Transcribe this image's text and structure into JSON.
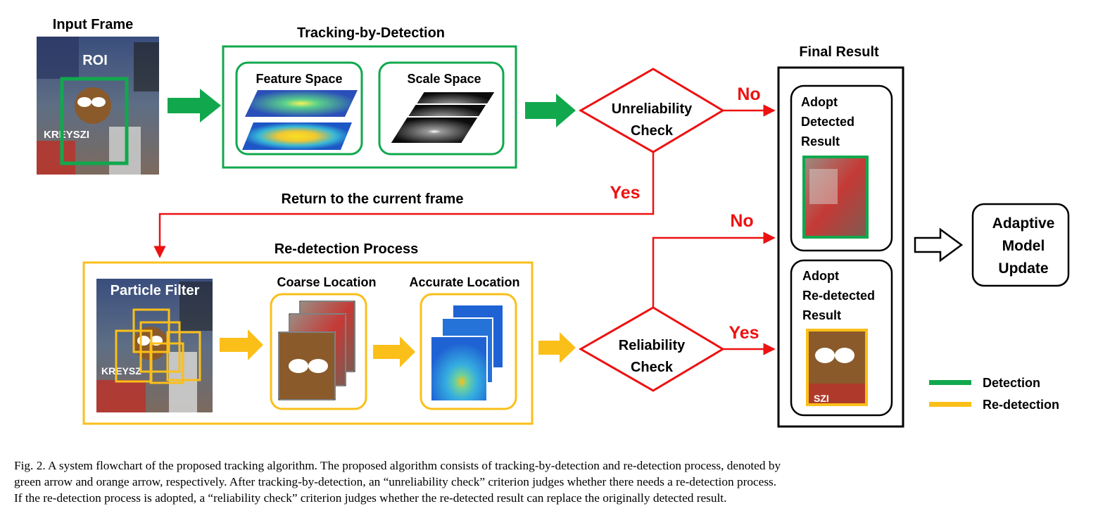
{
  "input": {
    "title": "Input Frame",
    "roi_label": "ROI",
    "photo_text": "KREYSZI"
  },
  "tracking": {
    "title": "Tracking-by-Detection",
    "feature_space": "Feature Space",
    "scale_space": "Scale Space"
  },
  "unreliability_check": {
    "line1": "Unreliability",
    "line2": "Check",
    "no_label": "No",
    "yes_label": "Yes"
  },
  "return_label": "Return to the current frame",
  "redetection": {
    "title": "Re-detection Process",
    "particle_filter": "Particle Filter",
    "coarse_location": "Coarse Location",
    "accurate_location": "Accurate Location",
    "photo_text": "KREYSZ"
  },
  "reliability_check": {
    "line1": "Reliability",
    "line2": "Check",
    "no_label": "No",
    "yes_label": "Yes"
  },
  "final_result": {
    "title": "Final Result",
    "detected": [
      "Adopt",
      "Detected",
      "Result"
    ],
    "redetected": [
      "Adopt",
      "Re-detected",
      "Result"
    ],
    "photo_text": "SZI"
  },
  "adaptive": [
    "Adaptive",
    "Model",
    "Update"
  ],
  "legend": [
    {
      "label": "Detection",
      "color": "#11a84d"
    },
    {
      "label": "Re-detection",
      "color": "#fbbf1a"
    }
  ],
  "colors": {
    "green": "#11a84d",
    "orange": "#fbbf1a",
    "red": "#ee1111"
  },
  "caption": [
    "Fig. 2.   A system flowchart of the proposed tracking algorithm. The proposed algorithm consists of tracking-by-detection and re-detection process, denoted by",
    "green arrow and orange arrow, respectively. After tracking-by-detection, an “unreliability check” criterion judges whether there needs a re-detection process.",
    "If the re-detection process is adopted, a “reliability check” criterion judges whether the re-detected result can replace the originally detected result."
  ]
}
